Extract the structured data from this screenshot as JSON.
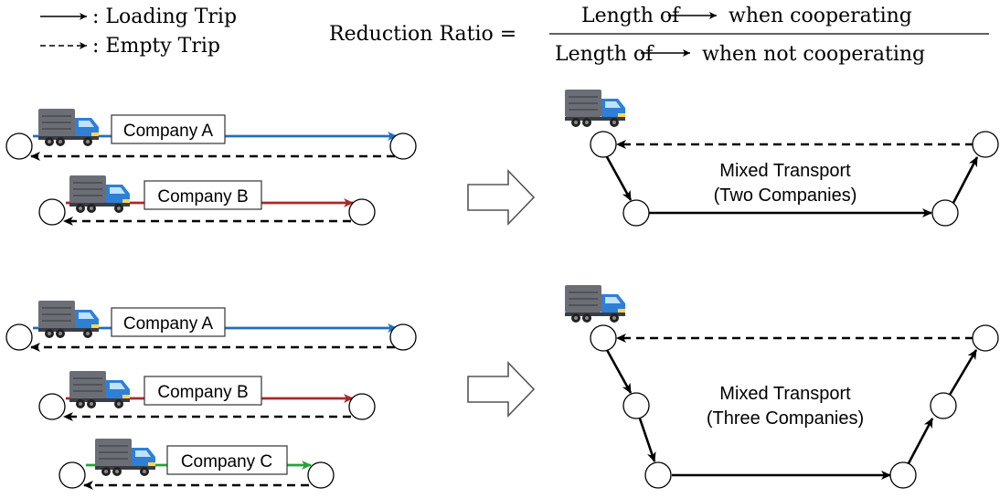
{
  "legend": {
    "loading_label": ": Loading Trip",
    "empty_label": ": Empty Trip"
  },
  "formula": {
    "lhs": "Reduction Ratio =",
    "numerator_before": "Length of",
    "numerator_after": "when cooperating",
    "denominator_before": "Length of",
    "denominator_after": "when not cooperating"
  },
  "companies": {
    "a": "Company A",
    "b": "Company B",
    "c": "Company C"
  },
  "mixed": {
    "two_line1": "Mixed Transport",
    "two_line2": "(Two Companies)",
    "three_line1": "Mixed Transport",
    "three_line2": "(Three Companies)"
  },
  "colors": {
    "company_a": "#1f6fbf",
    "company_b": "#a52a2a",
    "company_c": "#22a43a",
    "empty": "#000000",
    "mixed": "#000000",
    "truck_cargo": "#6b6e75",
    "truck_cab": "#2f7fd6"
  },
  "icons": {
    "truck": "truck-icon",
    "arrow": "hollow-right-arrow-icon",
    "node": "location-node-icon"
  }
}
